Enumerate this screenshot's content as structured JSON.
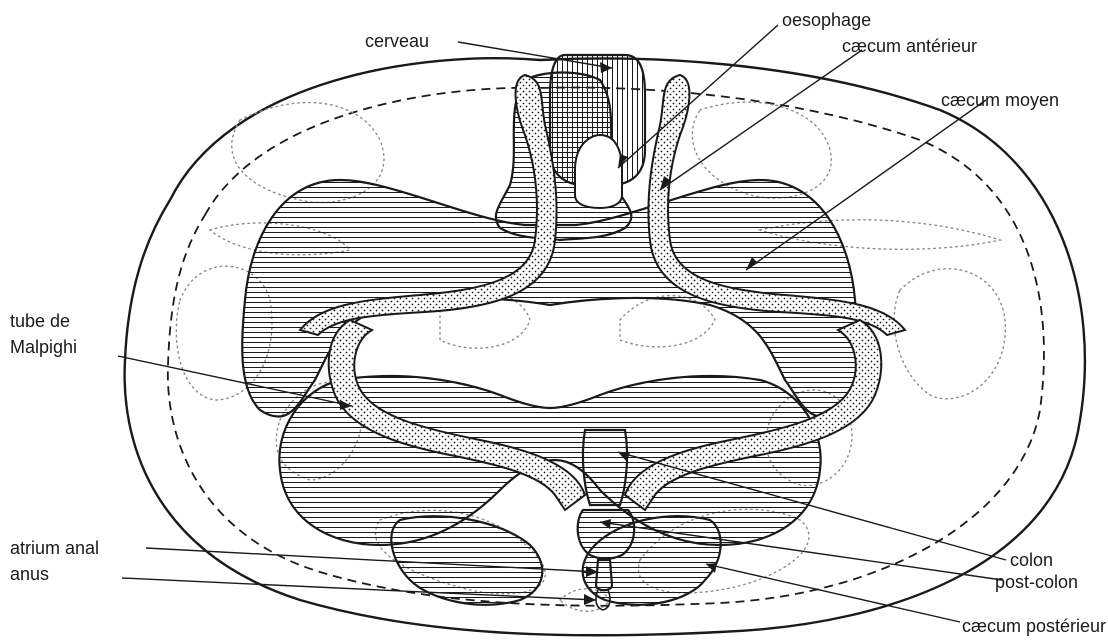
{
  "labels": {
    "cerveau": "cerveau",
    "oesophage": "oesophage",
    "caecum_anterieur": "cæcum antérieur",
    "caecum_moyen": "cæcum moyen",
    "tube_de_malpighi_line1": "tube de",
    "tube_de_malpighi_line2": "Malpighi",
    "atrium_anal": "atrium anal",
    "anus": "anus",
    "colon": "colon",
    "post_colon": "post-colon",
    "caecum_posterieur": "cæcum postérieur"
  },
  "colors": {
    "ink": "#1a1a1a",
    "background": "#ffffff",
    "dotted_outline": "#8a8a8a"
  }
}
